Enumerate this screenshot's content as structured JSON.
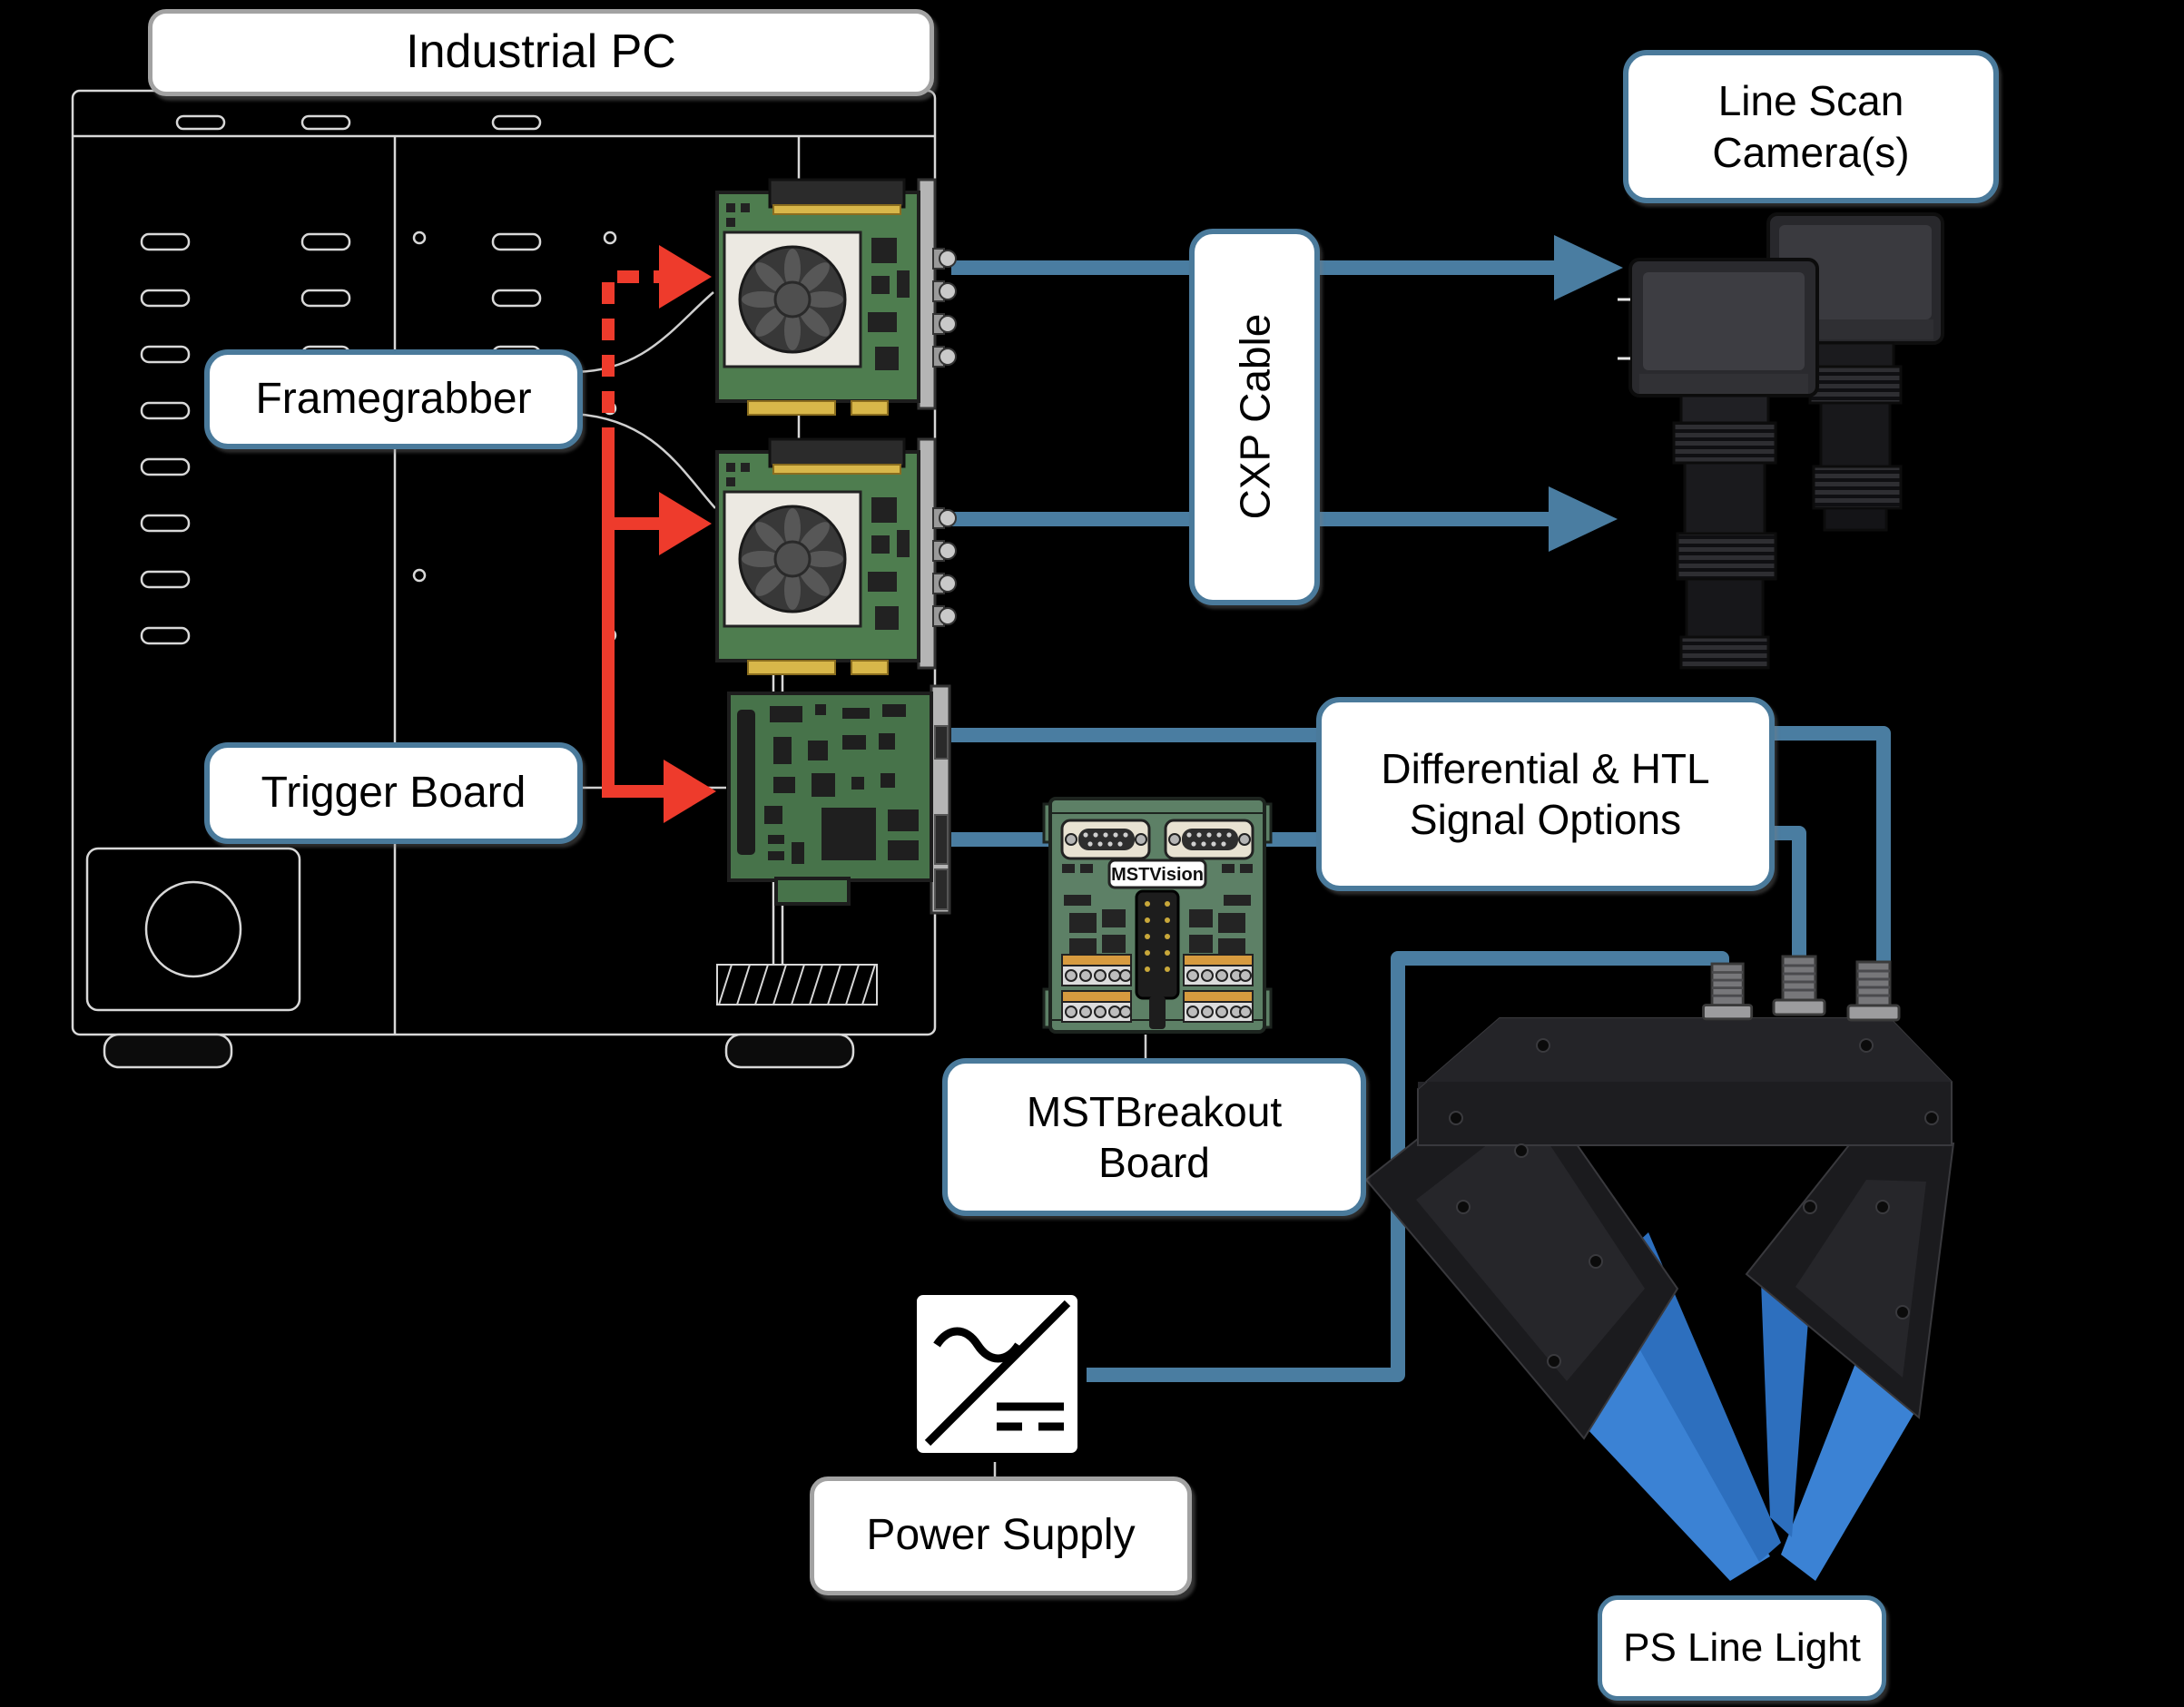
{
  "diagram": {
    "boxes": {
      "industrial_pc": "Industrial PC",
      "framegrabber": "Framegrabber",
      "trigger_board": "Trigger Board",
      "cxp_cable": "CXP Cable",
      "line_scan_cameras": {
        "line1": "Line Scan",
        "line2": "Camera(s)"
      },
      "differential": {
        "line1": "Differential & HTL",
        "line2": "Signal Options"
      },
      "mst_breakout": {
        "line1": "MSTBreakout",
        "line2": "Board"
      },
      "power_supply": "Power Supply",
      "ps_line_light": "PS Line Light"
    },
    "board_brand": "MSTVision",
    "icons": [
      "fan-icon",
      "db9-connector-icon",
      "ac-dc-converter-icon",
      "m12-connector-icon"
    ],
    "colors": {
      "background": "#000000",
      "accent_blue": "#4a7da1",
      "box_border_blue": "#4a7a9b",
      "box_border_gray": "#a2a2a2",
      "arrow_red": "#ee3b2c",
      "pcb_green": "#4e7d4f",
      "trigger_green": "#47734a",
      "breakout_green": "#5d8066",
      "gold": "#d8b74a",
      "beam_blue": "#2f77c9",
      "case_line": "#d8d8d8"
    }
  }
}
